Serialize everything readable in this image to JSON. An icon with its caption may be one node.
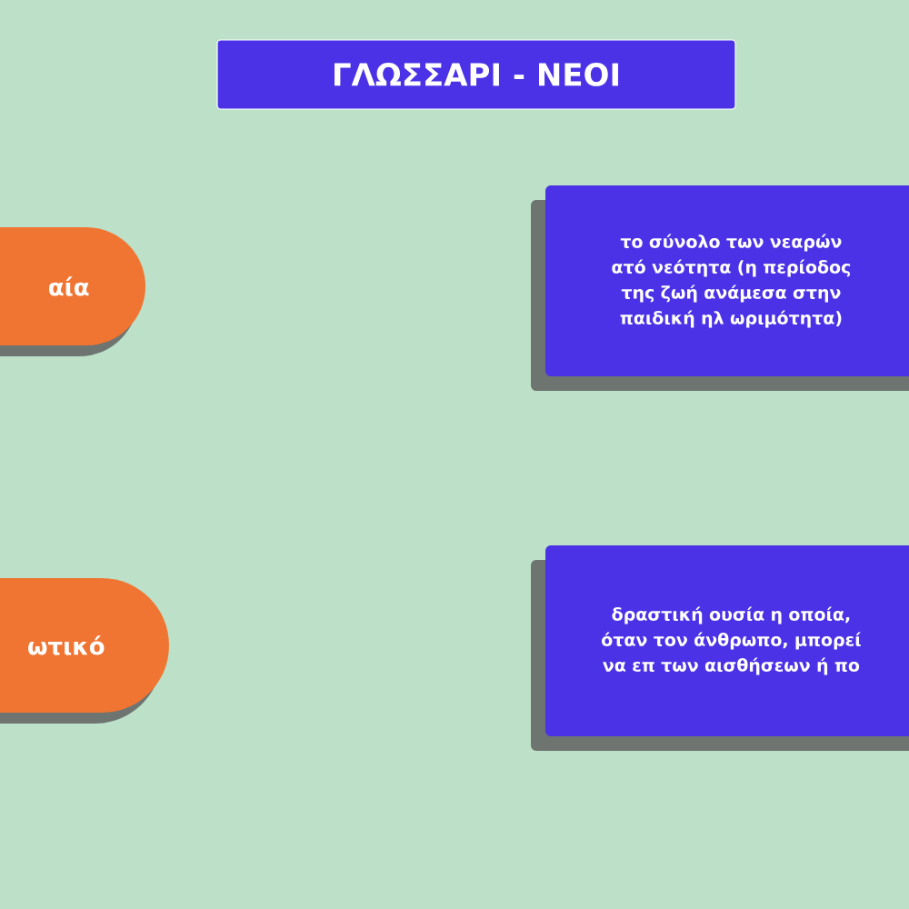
{
  "diagram": {
    "title": "ΓΛΩΣΣΑΡΙ - ΝΕΟΙ",
    "nodes": [
      {
        "text": [
          "αία"
        ]
      },
      {
        "text": [
          "το σύνολο των νεαρών ατό νεότητα (η περίοδος της ζωή ανάμεσα στην παιδική ηλ ωριμότητα)"
        ]
      },
      {
        "text": [
          "ωτικό"
        ]
      },
      {
        "text": [
          "δραστική ουσία η οποία, όταν τον άνθρωπο, μπορεί να επ των αισθήσεων ή πο"
        ]
      }
    ]
  }
}
